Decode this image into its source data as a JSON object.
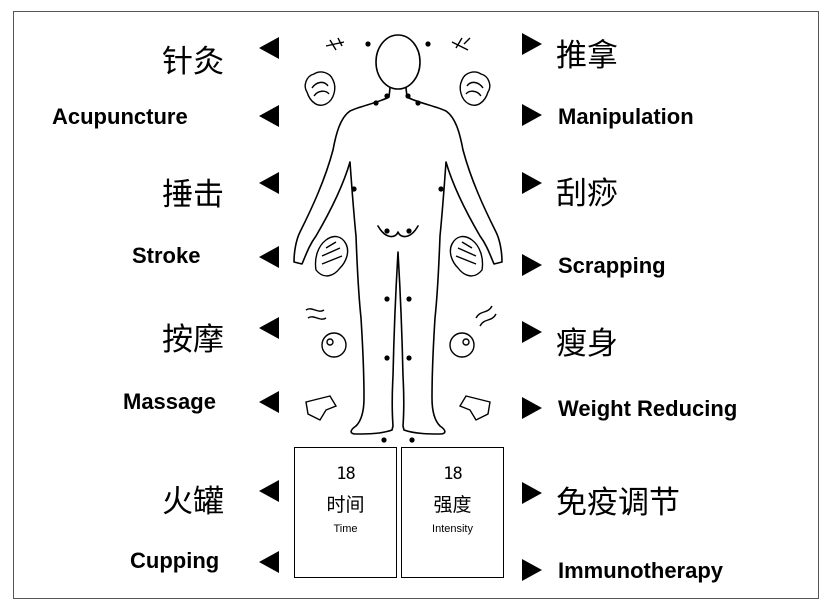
{
  "left_labels": [
    {
      "id": "acupuncture-zh",
      "text": "针灸"
    },
    {
      "id": "acupuncture-en",
      "text": "Acupuncture"
    },
    {
      "id": "stroke-zh",
      "text": "捶击"
    },
    {
      "id": "stroke-en",
      "text": "Stroke"
    },
    {
      "id": "massage-zh",
      "text": "按摩"
    },
    {
      "id": "massage-en",
      "text": "Massage"
    },
    {
      "id": "cupping-zh",
      "text": "火罐"
    },
    {
      "id": "cupping-en",
      "text": "Cupping"
    }
  ],
  "right_labels": [
    {
      "id": "manipulation-zh",
      "text": "推拿"
    },
    {
      "id": "manipulation-en",
      "text": "Manipulation"
    },
    {
      "id": "scrapping-zh",
      "text": "刮痧"
    },
    {
      "id": "scrapping-en",
      "text": "Scrapping"
    },
    {
      "id": "weight-zh",
      "text": "瘦身"
    },
    {
      "id": "weight-en",
      "text": "Weight Reducing"
    },
    {
      "id": "immuno-zh",
      "text": "免疫调节"
    },
    {
      "id": "immuno-en",
      "text": "Immunotherapy"
    }
  ],
  "time_box": {
    "value": "18",
    "label_zh": "时间",
    "label_en": "Time"
  },
  "intensity_box": {
    "value": "18",
    "label_zh": "强度",
    "label_en": "Intensity"
  }
}
